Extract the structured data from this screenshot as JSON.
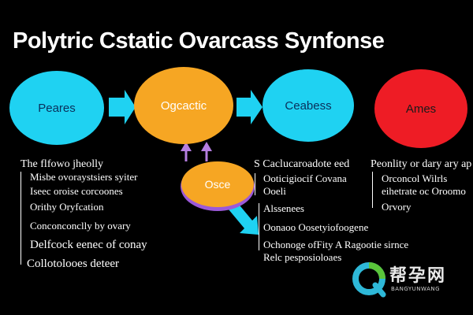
{
  "title": "Polytric Cstatic Ovarcass Synfonse",
  "colors": {
    "background": "#000000",
    "node_pears": "#1fd2f2",
    "node_ogcactic": "#f6a623",
    "node_ceabess": "#1fd2f2",
    "node_ames": "#ee1c25",
    "node_osce": "#f6a623",
    "node_osce_outline": "#9b59d8",
    "arrow_cyan": "#1fd2f2",
    "arrow_purple": "#b57ee0",
    "text_white": "#ffffff"
  },
  "nodes": {
    "pears": "Peares",
    "ogcactic": "Ogcactic",
    "ceabess": "Ceabess",
    "ames": "Ames",
    "osce": "Osce"
  },
  "notes": {
    "left": {
      "heading": "The flfowo jheolly",
      "items": [
        "Misbe ovoraystsiers syiter",
        "Iseec oroise corcoones",
        "Orithy Oryfcation",
        "Conconconclly by ovary",
        "Delfcock eenec of conay",
        "Collotolooes deteer"
      ]
    },
    "middle": {
      "heading": "S Caclucaroadote eed",
      "items": [
        "Ooticigiocif Covana",
        "Ooeli",
        "Alssenees",
        "Oonaoo Oosetyiofoogene",
        "Ochonoge ofFity A Ragootie sirnce",
        "Relc pesposioloaes"
      ]
    },
    "right": {
      "heading": "Peonlity or dary ary ap",
      "items": [
        "Orconcol Wilrls",
        "eihetrate oc Oroomo",
        "Orvory"
      ]
    }
  },
  "watermark": {
    "logo_text": "帮孕网",
    "sub_text": "BANGYUNWANG"
  }
}
